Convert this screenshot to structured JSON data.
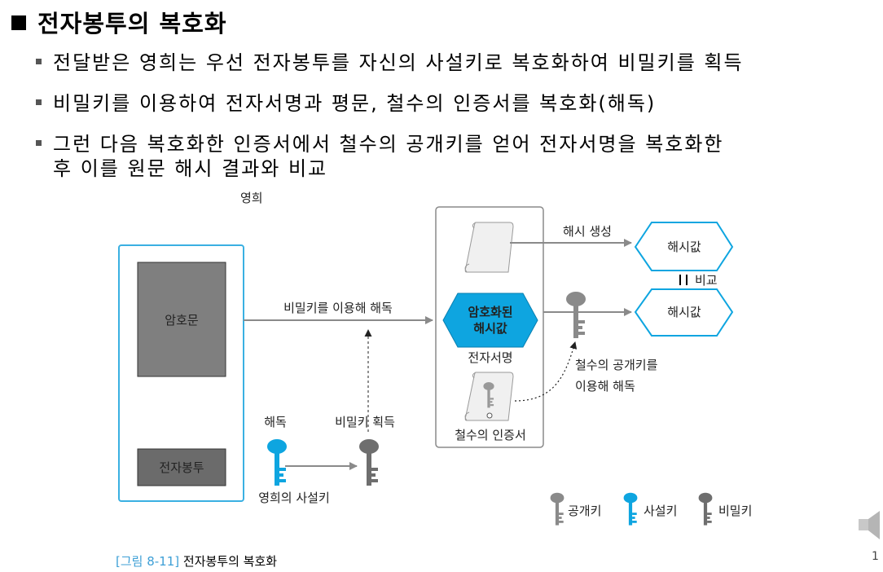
{
  "title": "전자봉투의 복호화",
  "bullets": [
    {
      "line1": "전달받은 영희는 우선 전자봉투를 자신의 사설키로 복호화하여 비밀키를 획득",
      "line2": ""
    },
    {
      "line1": "비밀키를 이용하여 전자서명과 평문, 철수의 인증서를 복호화(해독)",
      "line2": ""
    },
    {
      "line1": "그런 다음 복호화한 인증서에서 철수의 공개키를 얻어 전자서명을 복호화한",
      "line2": "후 이를 원문 해시 결과와 비교"
    }
  ],
  "diagram": {
    "younghee": "영희",
    "ciphertext": "암호문",
    "envelope": "전자봉투",
    "decrypt_with_secret": "비밀키를 이용해 해독",
    "decode": "해독",
    "secret_obtain": "비밀키 획득",
    "younghee_private": "영희의 사설키",
    "hash_generate": "해시 생성",
    "hash_value_1": "해시값",
    "hash_value_2": "해시값",
    "compare": "비교",
    "encrypted_hash_1": "암호화된",
    "encrypted_hash_2": "해시값",
    "digital_signature": "전자서명",
    "public_decrypt_1": "철수의 공개키를",
    "public_decrypt_2": "이용해 해독",
    "certificate": "철수의 인증서"
  },
  "legend": {
    "public": "공개키",
    "private": "사설키",
    "secret": "비밀키"
  },
  "colors": {
    "blue": "#0ea5e0",
    "box_gray": "#7f7f7f",
    "dark_box": "#6b6b6b",
    "key_gray": "#8a8a8a",
    "key_dark": "#6e6e6e"
  },
  "caption": {
    "bracket": "[그림 8-11]",
    "text": "전자봉투의 복호화"
  },
  "page_number": "1"
}
